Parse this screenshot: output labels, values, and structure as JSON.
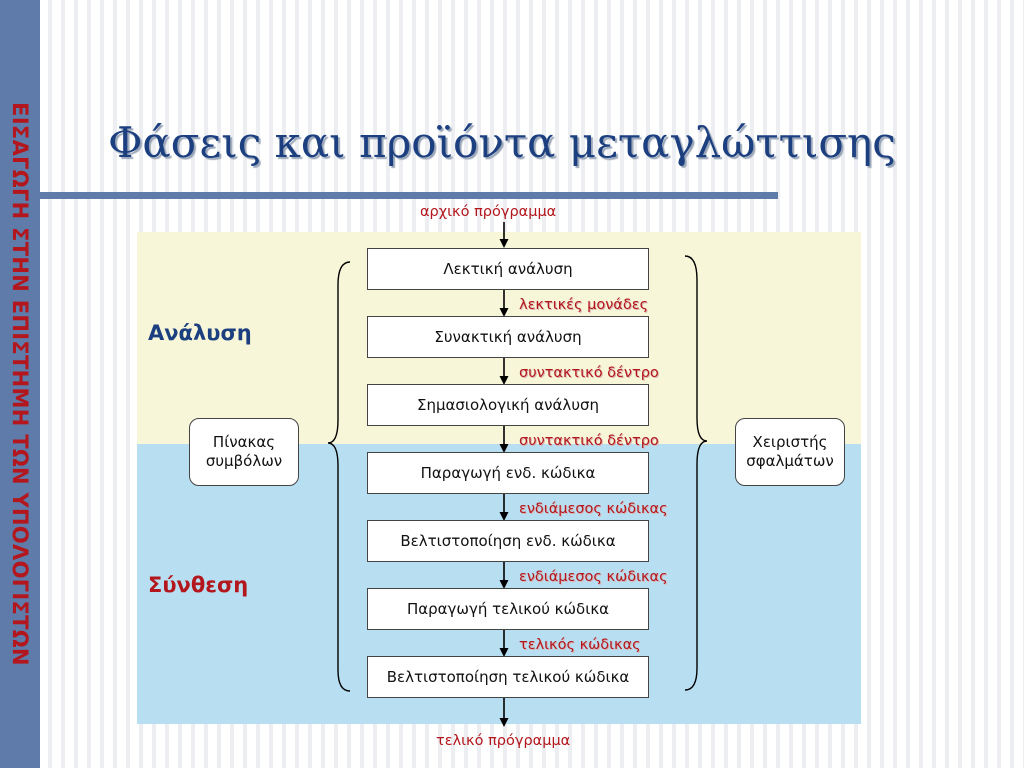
{
  "sidebar": {
    "text": "ΕΙΣΑΓΩΓΗ ΣΤΗΝ ΕΠΙΣΤΗΜΗ ΤΩΝ ΥΠΟΛΟΓΙΣΤΩΝ"
  },
  "slide": {
    "title": "Φάσεις και προϊόντα μεταγλώττισης"
  },
  "diagram": {
    "input": "αρχικό πρόγραμμα",
    "output": "τελικό πρόγραμμα",
    "sections": {
      "analysis": "Ανάλυση",
      "synthesis": "Σύνθεση"
    },
    "phases": [
      "Λεκτική ανάλυση",
      "Συνακτική ανάλυση",
      "Σημασιολογική ανάλυση",
      "Παραγωγή ενδ. κώδικα",
      "Βελτιστοποίηση ενδ. κώδικα",
      "Παραγωγή τελικού κώδικα",
      "Βελτιστοποίηση τελικού κώδικα"
    ],
    "products": [
      "λεκτικές μονάδες",
      "συντακτικό δέντρο",
      "συντακτικό δέντρο",
      "ενδιάμεσος κώδικας",
      "ενδιάμεσος κώδικας",
      "τελικός κώδικας"
    ],
    "symbol_table": {
      "line1": "Πίνακας",
      "line2": "συμβόλων"
    },
    "error_handler": {
      "line1": "Χειριστής",
      "line2": "σφαλμάτων"
    }
  },
  "colors": {
    "title": "#1c3f80",
    "accent_red": "#b3171d",
    "sidebar": "#5e7ba9",
    "analysis_band": "#f7f6d9",
    "synthesis_band": "#b7dff1"
  }
}
